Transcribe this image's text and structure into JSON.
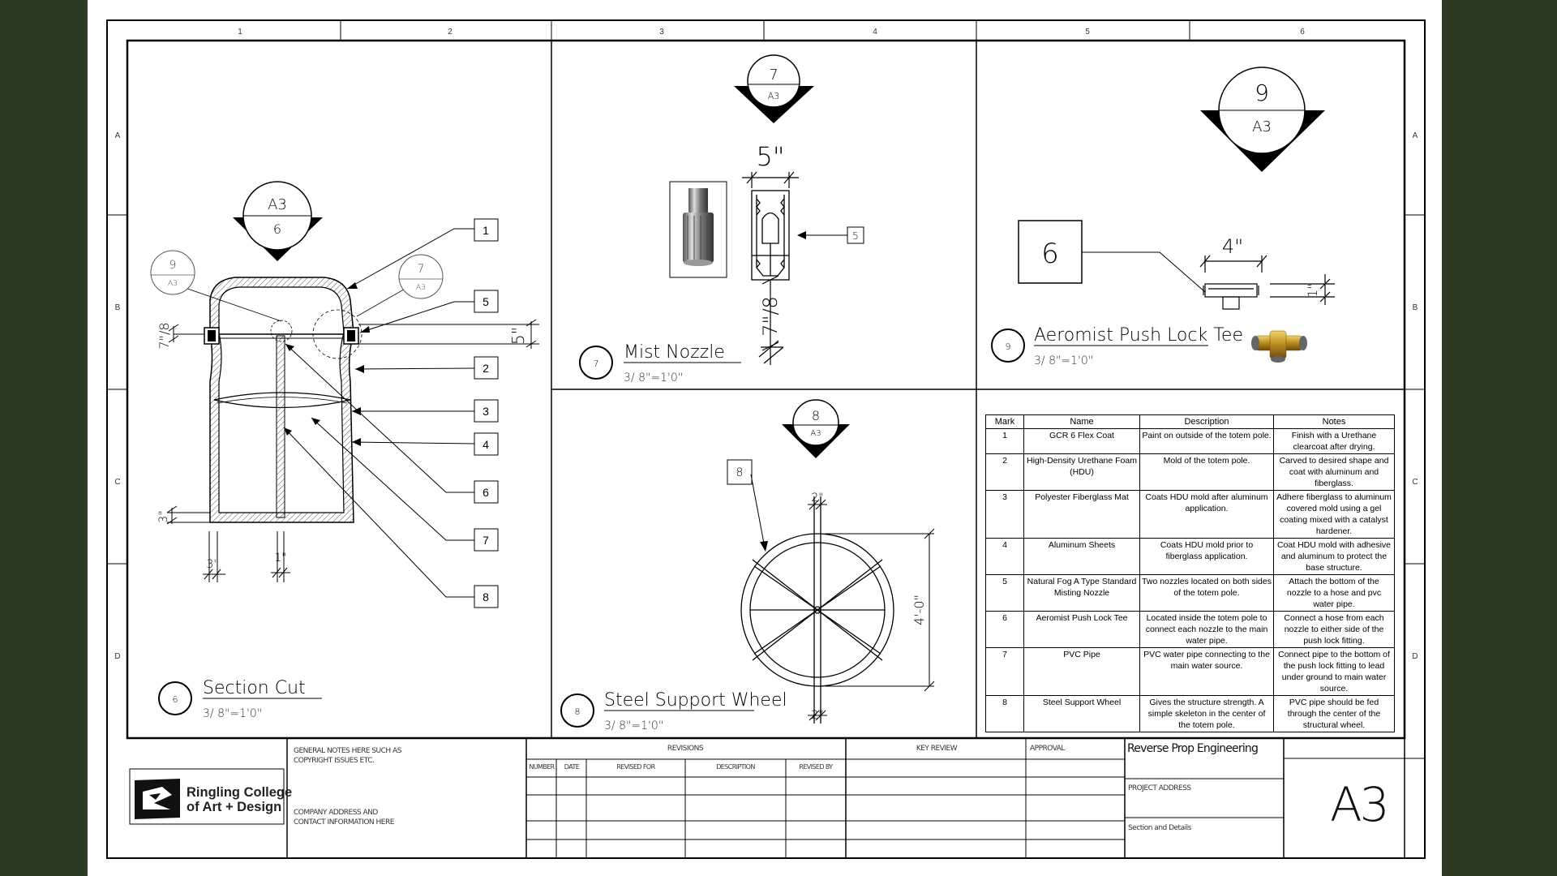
{
  "grid": {
    "columns": [
      "1",
      "2",
      "3",
      "4",
      "5",
      "6"
    ],
    "rows": [
      "A",
      "B",
      "C",
      "D"
    ]
  },
  "views": {
    "section_cut": {
      "number": "6",
      "title": "Section Cut",
      "scale": "3/ 8\"=1'0\"",
      "marker_top": "A3",
      "marker_bottom": "6"
    },
    "mist_nozzle": {
      "number": "7",
      "title": "Mist Nozzle",
      "scale": "3/ 8\"=1'0\"",
      "marker_top": "7",
      "marker_bottom": "A3"
    },
    "aeromist_tee": {
      "number": "9",
      "title": "Aeromist Push Lock Tee",
      "scale": "3/ 8\"=1'0\"",
      "marker_top": "9",
      "marker_bottom": "A3"
    },
    "steel_wheel": {
      "number": "8",
      "title": "Steel Support Wheel",
      "scale": "3/ 8\"=1'0\"",
      "marker_top": "8",
      "marker_bottom": "A3"
    }
  },
  "callouts": {
    "section_detail_left": {
      "top": "9",
      "bottom": "A3"
    },
    "section_detail_right": {
      "top": "7",
      "bottom": "A3"
    },
    "section_tags": [
      "1",
      "5",
      "2",
      "3",
      "4",
      "6",
      "7",
      "8"
    ],
    "nozzle_tag": "5",
    "tee_tag": "6",
    "wheel_tag": "8"
  },
  "dimensions": {
    "section_left": "7\"/8",
    "section_right": "5\"",
    "section_base": "3\"",
    "section_leg_left": "3\"",
    "section_leg_mid": "1\"",
    "nozzle_width": "5\"",
    "nozzle_height": "7\"/8",
    "tee_width": "4\"",
    "tee_height": "1\"",
    "wheel_diameter": "4'-0\"",
    "wheel_top": "2\"",
    "wheel_bottom": "2\""
  },
  "table": {
    "headers": [
      "Mark",
      "Name",
      "Description",
      "Notes"
    ],
    "rows": [
      [
        "1",
        "GCR 6 Flex Coat",
        "Paint on outside of the totem pole.",
        "Finish with a Urethane clearcoat after drying."
      ],
      [
        "2",
        "High-Density Urethane Foam (HDU)",
        "Mold of the totem pole.",
        "Carved to desired shape and coat with aluminum and fiberglass."
      ],
      [
        "3",
        "Polyester Fiberglass Mat",
        "Coats HDU mold after aluminum application.",
        "Adhere fiberglass to aluminum covered mold using a gel coating mixed with a catalyst hardener."
      ],
      [
        "4",
        "Aluminum Sheets",
        "Coats HDU mold prior to fiberglass application.",
        "Coat HDU mold with adhesive and aluminum to protect the base structure."
      ],
      [
        "5",
        "Natural Fog A Type Standard Misting Nozzle",
        "Two nozzles located on both sides of the totem pole.",
        "Attach the bottom of the nozzle to a hose and pvc water pipe."
      ],
      [
        "6",
        "Aeromist Push Lock Tee",
        "Located inside the totem pole to connect each nozzle to the main water pipe.",
        "Connect a hose from each nozzle to either side of the push lock fitting."
      ],
      [
        "7",
        "PVC Pipe",
        "PVC water pipe connecting to the main water source.",
        "Connect pipe to the bottom of the push lock fitting to lead under ground to main water source."
      ],
      [
        "8",
        "Steel Support Wheel",
        "Gives the structure strength. A simple skeleton in the center of the totem pole.",
        "PVC pipe should be fed through the center of the structural wheel."
      ]
    ]
  },
  "title_block": {
    "logo_line1": "Ringling College",
    "logo_line2": "of Art + Design",
    "general_notes": "GENERAL NOTES HERE SUCH AS COPYRIGHT ISSUES ETC.",
    "company_address": "COMPANY ADDRESS AND CONTACT INFORMATION HERE",
    "revisions_label": "REVISIONS",
    "rev_headers": [
      "NUMBER",
      "DATE",
      "REVISED FOR",
      "DESCRIPTION",
      "REVISED BY"
    ],
    "key_review": "KEY REVIEW",
    "approval": "APPROVAL",
    "project_name": "Reverse Prop Engineering",
    "project_address": "PROJECT ADDRESS",
    "sheet_title": "Section and Details",
    "sheet_number": "A3"
  }
}
